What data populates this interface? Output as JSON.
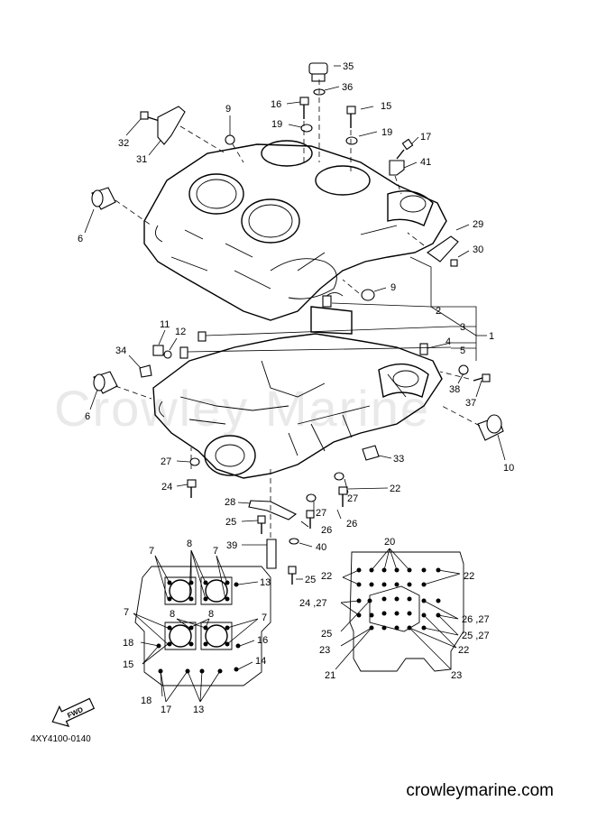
{
  "diagram": {
    "code": "4XY4100-0140",
    "watermark": "Crowley Marine",
    "site": "crowleymarine.com",
    "fwd_label": "FWD",
    "callouts": {
      "c35": "35",
      "c36": "36",
      "c16": "16",
      "c15": "15",
      "c9a": "9",
      "c19a": "19",
      "c19b": "19",
      "c17": "17",
      "c32": "32",
      "c31": "31",
      "c41": "41",
      "c6a": "6",
      "c29": "29",
      "c30": "30",
      "c9b": "9",
      "c2": "2",
      "c3": "3",
      "c1": "1",
      "c4": "4",
      "c5": "5",
      "c11": "11",
      "c12": "12",
      "c34": "34",
      "c38": "38",
      "c37": "37",
      "c6b": "6",
      "c10": "10",
      "c27a": "27",
      "c33": "33",
      "c24": "24",
      "c22a": "22",
      "c27b": "27",
      "c28": "28",
      "c27c": "27",
      "c25a": "25",
      "c26a": "26",
      "c26b": "26",
      "c39": "39",
      "c40": "40",
      "c25b": "25",
      "l7a": "7",
      "l8a": "8",
      "l7b": "7",
      "l13a": "13",
      "l7c": "7",
      "l8b": "8",
      "l8c": "8",
      "l7d": "7",
      "l18a": "18",
      "l16": "16",
      "l15": "15",
      "l14": "14",
      "l18b": "18",
      "l17": "17",
      "l13b": "13",
      "r20": "20",
      "r22a": "22",
      "r22b": "22",
      "r2427": "24 ,27",
      "r25a": "25",
      "r2627": "26 ,27",
      "r2527": "25 ,27",
      "r23a": "23",
      "r22c": "22",
      "r21": "21",
      "r23b": "23"
    }
  }
}
